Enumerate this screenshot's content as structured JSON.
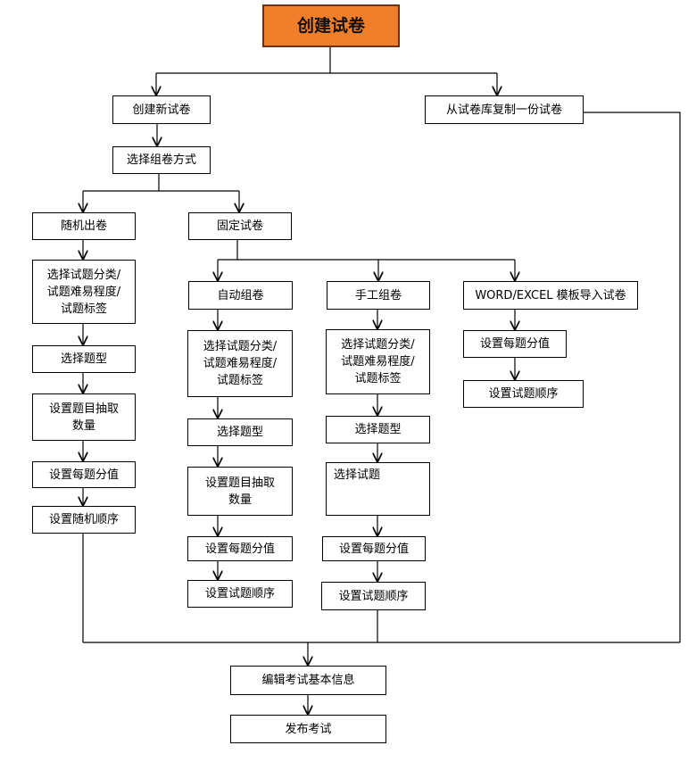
{
  "colors": {
    "title_fill": "#F07F2C",
    "box_border": "#000000",
    "line": "#000000"
  },
  "boxes": {
    "title": "创建试卷",
    "new_paper": "创建新试卷",
    "copy_paper": "从试卷库复制一份试卷",
    "choose_mode": "选择组卷方式",
    "random": "随机出卷",
    "fixed": "固定试卷",
    "r_filter": "选择试题分类/\n试题难易程度/\n试题标签",
    "r_type": "选择题型",
    "r_count": "设置题目抽取\n数量",
    "r_score": "设置每题分值",
    "r_order": "设置随机顺序",
    "auto": "自动组卷",
    "manual": "手工组卷",
    "import": "WORD/EXCEL 模板导入试卷",
    "a_filter": "选择试题分类/\n试题难易程度/\n试题标签",
    "a_type": "选择题型",
    "a_count": "设置题目抽取\n数量",
    "a_score": "设置每题分值",
    "a_order": "设置试题顺序",
    "m_filter": "选择试题分类/\n试题难易程度/\n试题标签",
    "m_type": "选择题型",
    "m_pick": "选择试题",
    "m_score": "设置每题分值",
    "m_order": "设置试题顺序",
    "i_score": "设置每题分值",
    "i_order": "设置试题顺序",
    "edit_info": "编辑考试基本信息",
    "publish": "发布考试"
  }
}
